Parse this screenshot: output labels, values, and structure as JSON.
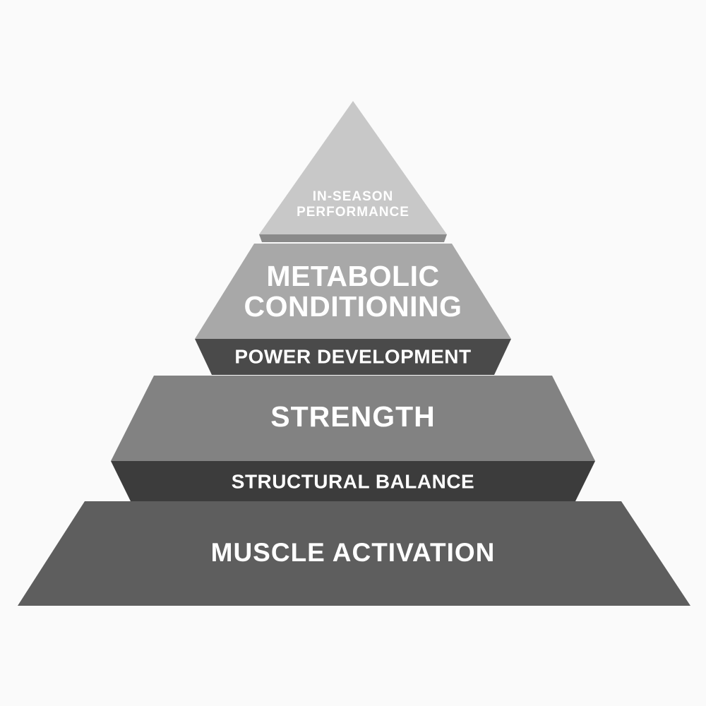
{
  "diagram": {
    "type": "pyramid",
    "background_color": "#fafafa",
    "orientation": "apex-up",
    "tier_count": 6,
    "tiers": [
      {
        "id": "in-season-performance",
        "rank": 1,
        "position": "apex",
        "label_line1": "IN-SEASON",
        "label_line2": "PERFORMANCE",
        "label_full": "IN-SEASON PERFORMANCE",
        "fill_color": "#c8c8c8",
        "edge_color": "#8a8a8a",
        "text_color": "#ffffff"
      },
      {
        "id": "metabolic-conditioning",
        "rank": 2,
        "position": "upper-middle",
        "label_line1": "METABOLIC",
        "label_line2": "CONDITIONING",
        "label_full": "METABOLIC CONDITIONING",
        "fill_color": "#a8a8a8",
        "text_color": "#ffffff"
      },
      {
        "id": "power-development",
        "rank": 3,
        "position": "middle-band",
        "label_line1": "POWER DEVELOPMENT",
        "label_full": "POWER DEVELOPMENT",
        "fill_color": "#4a4a4a",
        "text_color": "#ffffff"
      },
      {
        "id": "strength",
        "rank": 4,
        "position": "lower-middle",
        "label_line1": "STRENGTH",
        "label_full": "STRENGTH",
        "fill_color": "#828282",
        "text_color": "#ffffff"
      },
      {
        "id": "structural-balance",
        "rank": 5,
        "position": "lower-band",
        "label_line1": "STRUCTURAL BALANCE",
        "label_full": "STRUCTURAL BALANCE",
        "fill_color": "#3c3c3c",
        "text_color": "#ffffff"
      },
      {
        "id": "muscle-activation",
        "rank": 6,
        "position": "base",
        "label_line1": "MUSCLE ACTIVATION",
        "label_full": "MUSCLE ACTIVATION",
        "fill_color": "#5e5e5e",
        "text_color": "#ffffff"
      }
    ]
  }
}
